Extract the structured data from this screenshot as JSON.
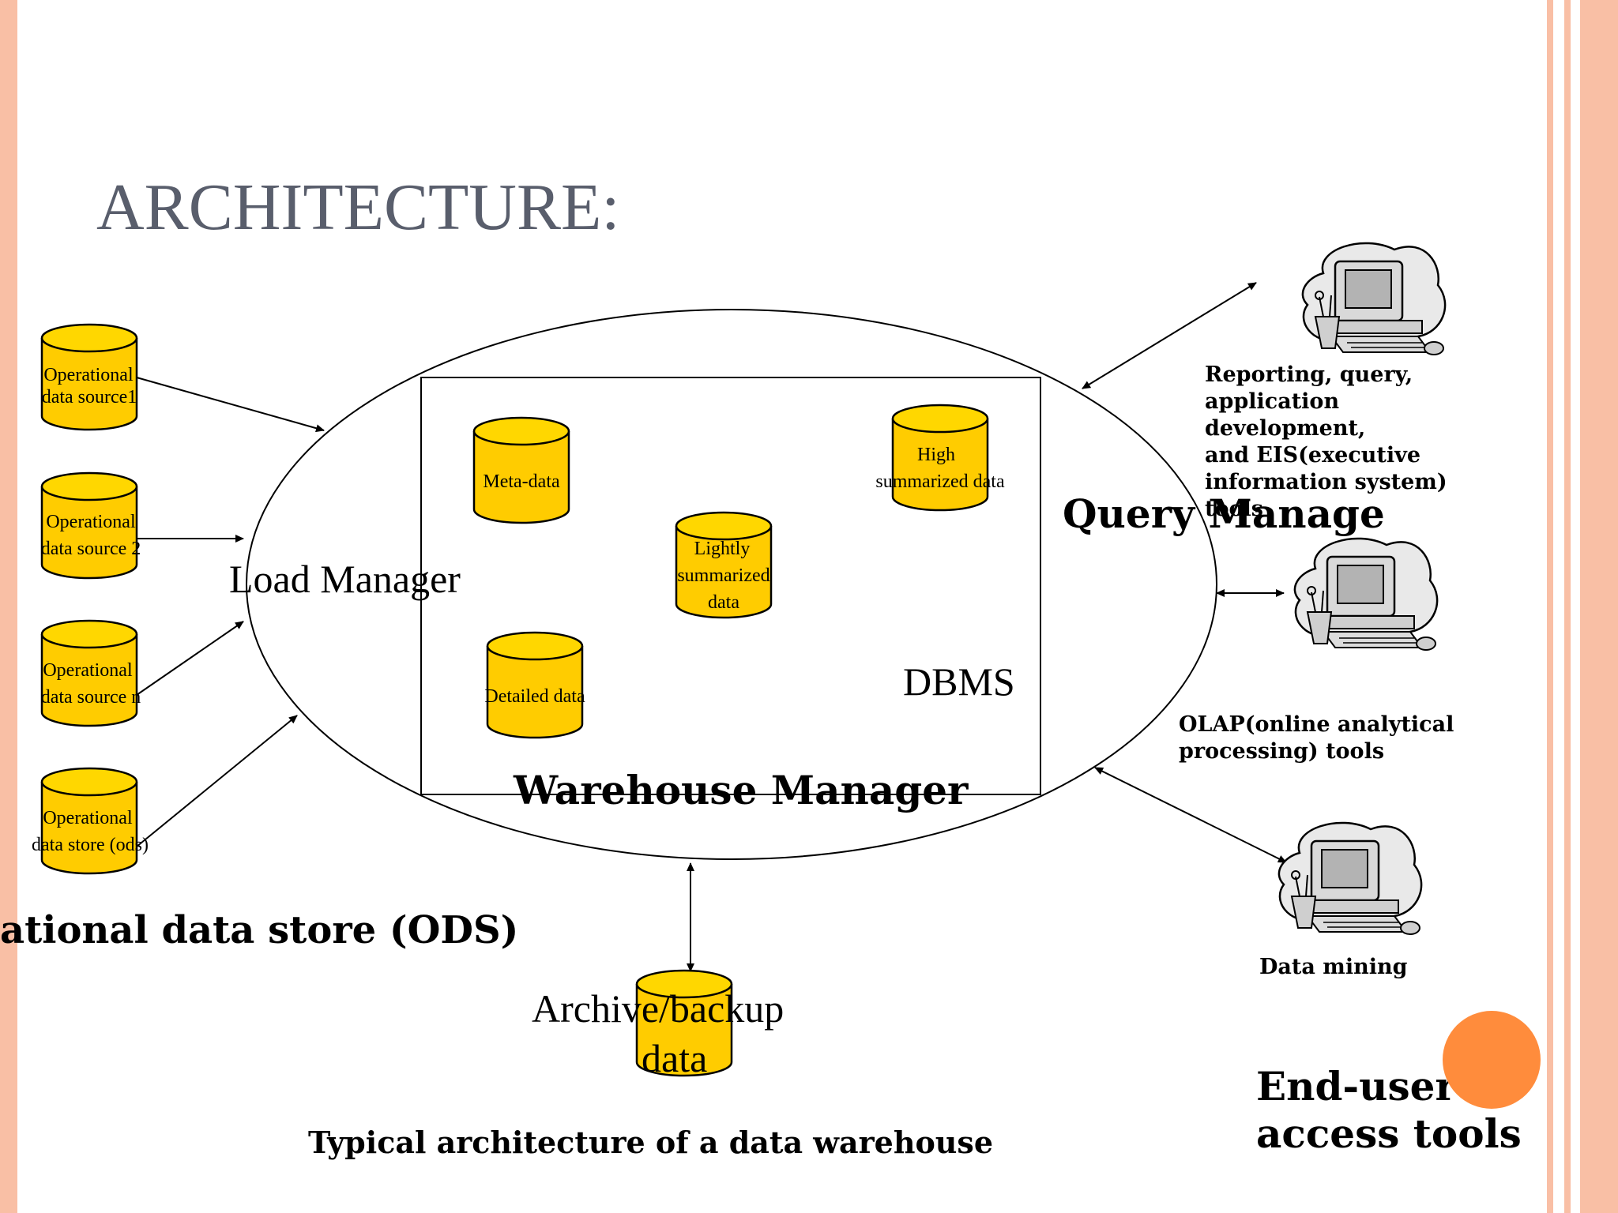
{
  "slide": {
    "title": "ARCHITECTURE:",
    "colors": {
      "title": "#595e6c",
      "cylinder_fill": "#ffcc00",
      "cylinder_top": "#ffd700",
      "border_peach": "#f9bfa5",
      "accent_circle": "#ff8c3c"
    }
  },
  "sources": [
    {
      "line1": "Operational",
      "line2": "data source1"
    },
    {
      "line1": "Operational",
      "line2": "data source 2"
    },
    {
      "line1": "Operational",
      "line2": "data source n"
    },
    {
      "line1": "Operational",
      "line2": "data store (ods)"
    }
  ],
  "ods_caption": "ational data store (ODS)",
  "load_manager": "Load Manager",
  "warehouse": {
    "meta": "Meta-data",
    "high_line1": "High",
    "high_line2": "summarized data",
    "light_line1": "Lightly",
    "light_line2": "summarized",
    "light_line3": "data",
    "detailed": "Detailed data",
    "dbms": "DBMS",
    "manager": "Warehouse Manager"
  },
  "query_manager": "Query Manage",
  "archive": {
    "line1": "Archive/backup",
    "line2": "data"
  },
  "tools": {
    "reporting": [
      "Reporting, query,",
      "application",
      "development,",
      "and EIS(executive",
      "information system)",
      "tools"
    ],
    "olap": [
      "OLAP(online analytical",
      "processing) tools"
    ],
    "mining": "Data mining",
    "icon": "computer-workstation-icon"
  },
  "end_user": {
    "line1": "End-user",
    "line2": "access tools"
  },
  "caption": "Typical architecture of a data warehouse"
}
